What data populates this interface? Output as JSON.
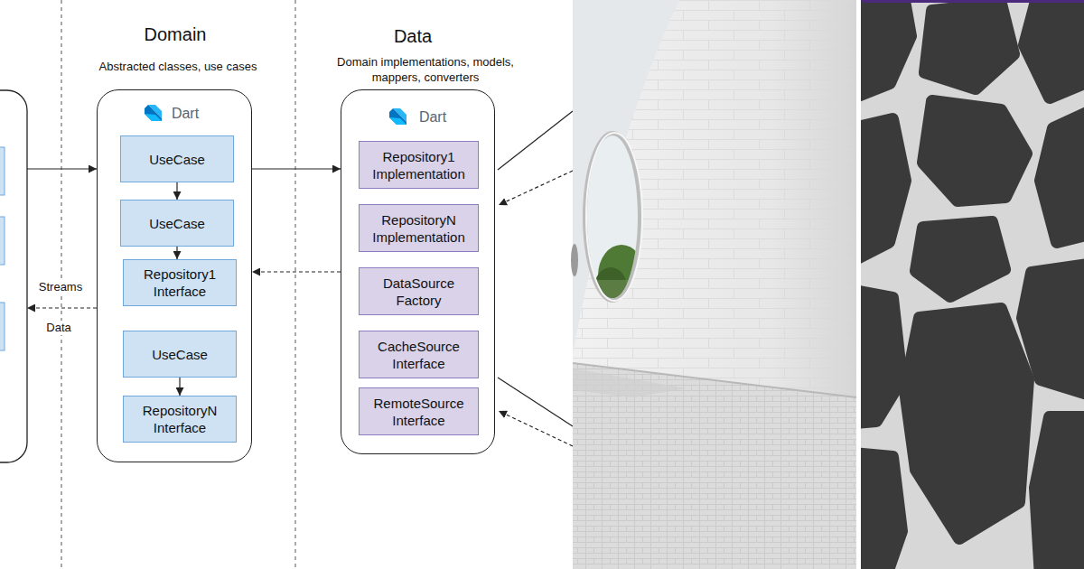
{
  "diagram": {
    "nodes": [
      {
        "text": [
          "Domain",
          "Abstracted classes, use cases",
          "Dart"
        ]
      },
      {
        "text": [
          "UseCase"
        ],
        "in": 0
      },
      {
        "text": [
          "UseCase"
        ],
        "in": 0
      },
      {
        "text": [
          "Repository1 Interface"
        ],
        "in": 0
      },
      {
        "text": [
          "UseCase"
        ],
        "in": 0
      },
      {
        "text": [
          "RepositoryN Interface"
        ],
        "in": 0
      },
      {
        "text": [
          "Data",
          "Domain implementations, models, mappers, converters",
          "Dart"
        ]
      },
      {
        "text": [
          "Repository1 Implementation"
        ],
        "in": 6
      },
      {
        "text": [
          "RepositoryN Implementation"
        ],
        "in": 6
      },
      {
        "text": [
          "DataSource Factory"
        ],
        "in": 6
      },
      {
        "text": [
          "CacheSource Interface"
        ],
        "in": 6
      },
      {
        "text": [
          "RemoteSource Interface"
        ],
        "in": 6
      }
    ],
    "edges": [
      {
        "from": 0,
        "to": 6,
        "arrow": "to"
      },
      {
        "from": 6,
        "to": 0,
        "arrow": "to"
      },
      {
        "from": 1,
        "to": 2,
        "arrow": "to"
      },
      {
        "from": 2,
        "to": 3,
        "arrow": "to"
      },
      {
        "from": 4,
        "to": 5,
        "arrow": "to"
      }
    ],
    "labels": [
      "Streams",
      "Data"
    ]
  }
}
